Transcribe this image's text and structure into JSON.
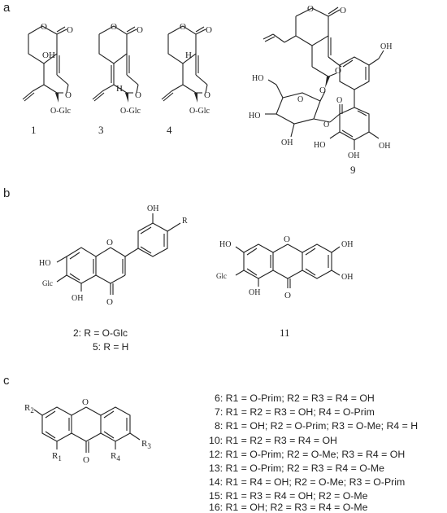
{
  "panels": {
    "a": "a",
    "b": "b",
    "c": "c"
  },
  "atoms": {
    "oh": "OH",
    "ho": "HO",
    "o": "O",
    "h": "H",
    "oglc": "O-Glc",
    "glc": "Glc",
    "r": "R"
  },
  "compounds_a": [
    "1",
    "3",
    "4",
    "9"
  ],
  "compounds_b": {
    "labels": [
      "2: R = O-Glc",
      "5: R = H"
    ],
    "xanthone": "11"
  },
  "compounds_c": {
    "substituents": [
      "R",
      "R",
      "R",
      "R"
    ],
    "subscripts": [
      "2",
      "3",
      "1",
      "4"
    ],
    "rows": [
      "6: R1 = O-Prim; R2 = R3 = R4 = OH",
      "7: R1 = R2 = R3 = OH; R4 = O-Prim",
      "8: R1 = OH; R2 = O-Prim; R3 = O-Me; R4 = H",
      "10: R1 = R2 = R3 = R4 = OH",
      "12: R1 = O-Prim; R2 = O-Me; R3 = R4 = OH",
      "13: R1 = O-Prim; R2 = R3 = R4 = O-Me",
      "14: R1 = R4 = OH; R2 = O-Me; R3 = O-Prim",
      "15: R1 = R3 = R4 = OH; R2 = O-Me",
      "16: R1 = OH; R2 = R3 = R4 = O-Me"
    ]
  }
}
